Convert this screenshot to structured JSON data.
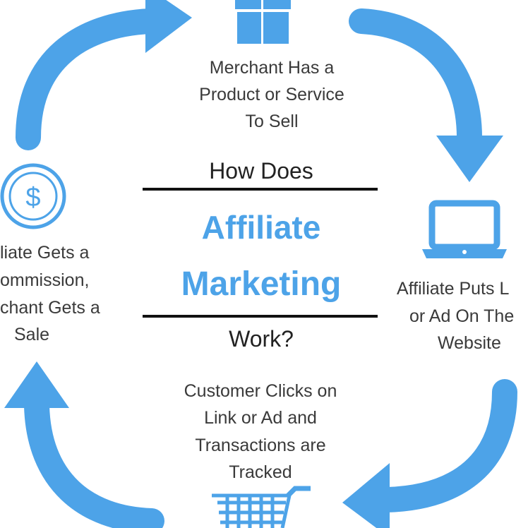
{
  "colors": {
    "accent": "#4da3e8",
    "text": "#3a3a3a",
    "rule": "#111111"
  },
  "title": {
    "line1": "How Does",
    "line2": "Affiliate",
    "line3": "Marketing",
    "line4": "Work?"
  },
  "steps": {
    "merchant": {
      "icon": "gift-box-icon",
      "lines": [
        "Merchant Has a",
        "Product or Service",
        "To Sell"
      ]
    },
    "affiliate": {
      "icon": "laptop-icon",
      "lines": [
        "Affiliate Puts L",
        "or Ad On The",
        "Website"
      ]
    },
    "customer": {
      "icon": "shopping-cart-icon",
      "lines": [
        "Customer Clicks on",
        "Link or Ad and",
        "Transactions are",
        "Tracked"
      ]
    },
    "commission": {
      "icon": "dollar-coin-icon",
      "symbol": "$",
      "lines": [
        "liate Gets a",
        "ommission,",
        "chant Gets a",
        "Sale"
      ]
    }
  }
}
